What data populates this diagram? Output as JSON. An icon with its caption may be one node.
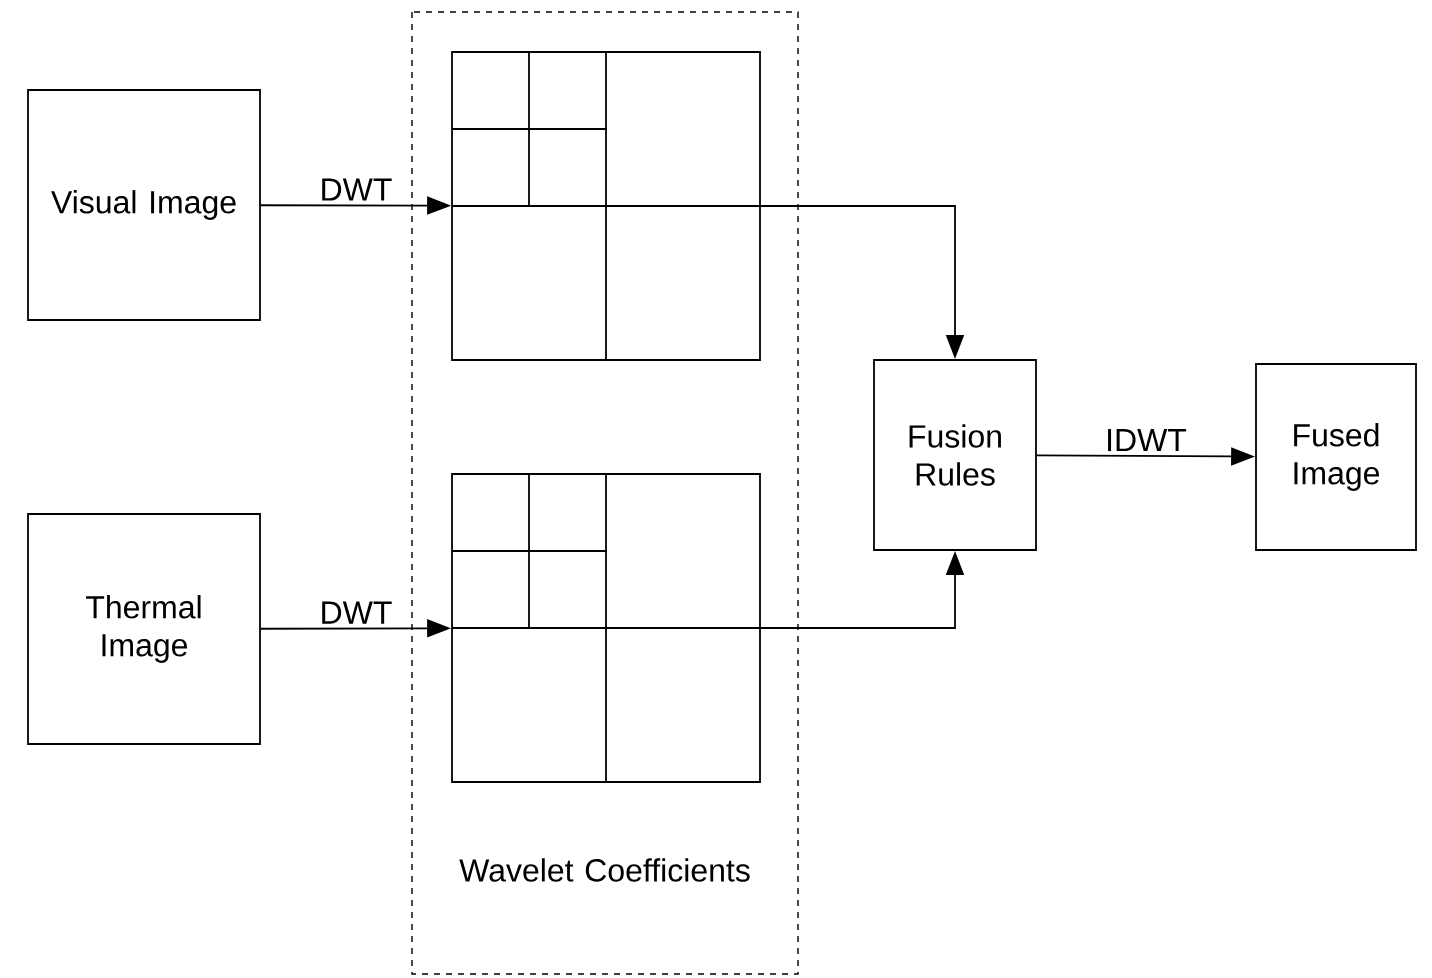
{
  "diagram": {
    "nodes": [
      {
        "text": [
          "Visual Image"
        ]
      },
      {
        "text": [
          "Thermal Image"
        ]
      },
      {
        "text": [
          "Wavelet Coefficients"
        ]
      },
      {
        "text": [],
        "shape": "box",
        "in": 2
      },
      {
        "text": [],
        "shape": "box",
        "in": 2
      },
      {
        "text": [
          "Fusion Rules"
        ]
      },
      {
        "text": [
          "Fused Image"
        ]
      }
    ],
    "edges": [
      {
        "from": 0,
        "to": 3,
        "arrow": "to",
        "label": "DWT"
      },
      {
        "from": 1,
        "to": 4,
        "arrow": "to",
        "label": "DWT"
      },
      {
        "from": 3,
        "to": 5,
        "arrow": "to"
      },
      {
        "from": 4,
        "to": 5,
        "arrow": "to"
      },
      {
        "from": 5,
        "to": 6,
        "arrow": "to",
        "label": "IDWT"
      }
    ]
  }
}
